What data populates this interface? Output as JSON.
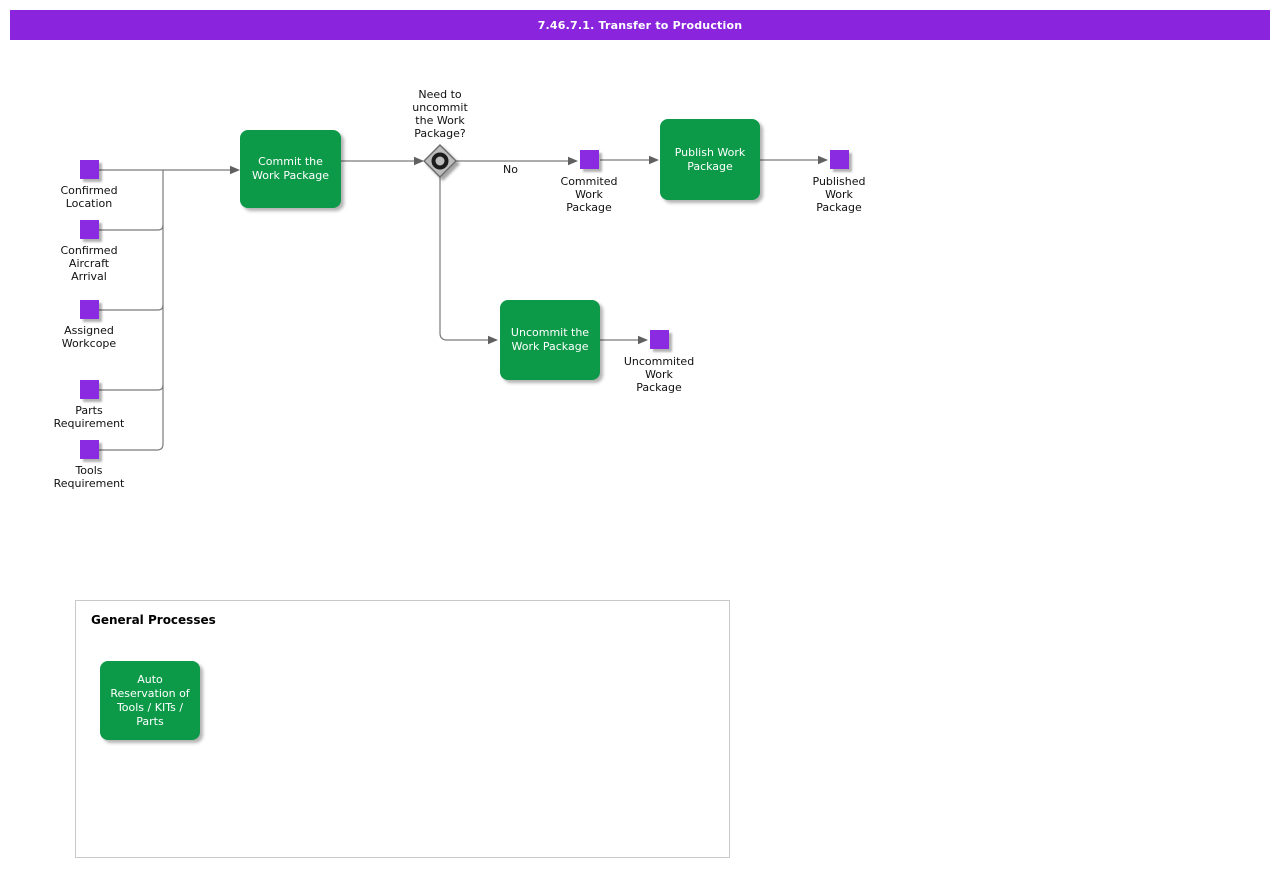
{
  "banner": {
    "title": "7.46.7.1. Transfer to Production"
  },
  "palette": {
    "banner_purple": "#8b25dd",
    "event_purple": "#8a2be2",
    "task_green": "#0c9a49",
    "connector_gray": "#7a7a7a",
    "gateway_fill": "#bdbdbd"
  },
  "inputs": [
    {
      "label": "Confirmed\nLocation"
    },
    {
      "label": "Confirmed\nAircraft\nArrival"
    },
    {
      "label": "Assigned\nWorkcope"
    },
    {
      "label": "Parts\nRequirement"
    },
    {
      "label": "Tools\nRequirement"
    }
  ],
  "process": {
    "commit_task": "Commit the\nWork Package",
    "decision_question": "Need to\nuncommit\nthe Work\nPackage?",
    "no_branch_label": "No",
    "committed_event": "Commited\nWork\nPackage",
    "publish_task": "Publish Work\nPackage",
    "published_event": "Published\nWork\nPackage",
    "uncommit_task": "Uncommit the\nWork Package",
    "uncommitted_event": "Uncommited\nWork\nPackage"
  },
  "general_processes": {
    "title": "General Processes",
    "auto_reservation_task": "Auto\nReservation of\nTools / KITs /\nParts"
  }
}
